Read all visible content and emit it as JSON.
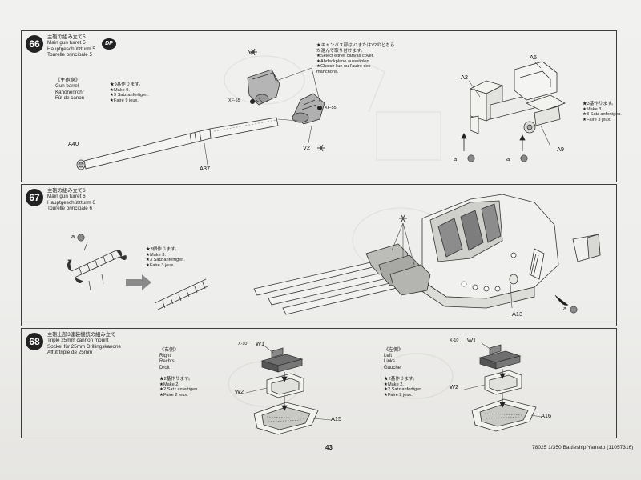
{
  "step66": {
    "number": "66",
    "title_jp": "主砲の組み立て5",
    "title_en": "Main gun turret 5",
    "title_de": "Hauptgeschützturm 5",
    "title_fr": "Tourelle principale 5",
    "dp_badge": "DP",
    "barrel_title_jp": "《主砲身》",
    "barrel_title_en": "Gun barrel",
    "barrel_title_de": "Kanonenrohr",
    "barrel_title_fr": "Fût de canon",
    "make_jp": "★9基作ります。",
    "make_en": "★Make 9.",
    "make_de": "★9 Satz anfertigen.",
    "make_fr": "★Faire 9 jeux.",
    "canvas_jp1": "★キャンバス部はV1またはV2のどちら",
    "canvas_jp2": "か選んで取り付けます。",
    "canvas_en": "★Select either canvas cover.",
    "canvas_de": "★Abdeckplane auswählen.",
    "canvas_fr1": "★Choisir  l'un  ou  l'autre  des",
    "canvas_fr2": "manchons.",
    "make3_jp": "★3基作ります。",
    "make3_en": "★Make 3.",
    "make3_de": "★3 Satz anfertigen.",
    "make3_fr": "★Faire 3 jeux.",
    "lbl_v1": "V1",
    "lbl_v2": "V2",
    "lbl_xf55a": "XF-55",
    "lbl_xf55b": "XF-55",
    "lbl_a40": "A40",
    "lbl_a37": "A37",
    "lbl_a2": "A2",
    "lbl_a6": "A6",
    "lbl_a9": "A9",
    "lbl_a_left": "a",
    "lbl_a_right": "a"
  },
  "step67": {
    "number": "67",
    "title_jp": "主砲の組み立て6",
    "title_en": "Main gun turret 6",
    "title_de": "Hauptgeschützturm 6",
    "title_fr": "Tourelle principale 6",
    "make_jp": "★3個作ります。",
    "make_en": "★Make 3.",
    "make_de": "★3 Satz anfertigen.",
    "make_fr": "★Faire 3 jeux.",
    "lbl_a_left": "a",
    "lbl_a_right": "a",
    "lbl_a13": "A13"
  },
  "step68": {
    "number": "68",
    "title_jp": "主砲上部3連装機銃の組み立て",
    "title_en": "Triple 25mm cannon mount",
    "title_de": "Sockel für 25mm Drillingskanone",
    "title_fr": "Affût triple de 25mm",
    "right_jp": "《右側》",
    "right_en": "Right",
    "right_de": "Rechts",
    "right_fr": "Droit",
    "left_jp": "《左側》",
    "left_en": "Left",
    "left_de": "Links",
    "left_fr": "Gauche",
    "make_jp": "★2基作ります。",
    "make_en": "★Make 2.",
    "make_de": "★2 Satz anfertigen.",
    "make_fr": "★Faire 2 jeux.",
    "lbl_x10_a": "X-10",
    "lbl_w1_a": "W1",
    "lbl_w2_a": "W2",
    "lbl_a15": "A15",
    "lbl_x10_b": "X-10",
    "lbl_w1_b": "W1",
    "lbl_w2_b": "W2",
    "lbl_a16": "A16"
  },
  "footer": {
    "page_number": "43",
    "product_code": "78025 1/350 Battleship Yamato (11057316)"
  },
  "colors": {
    "paper": "#efefed",
    "ink": "#1d1d1d",
    "panel_border": "#3c3c3c",
    "badge_fill": "#222222",
    "arrow_grey": "#8a8a8a",
    "part_grey": "#9a9a9a"
  },
  "icons": [
    "gear-glue-icon",
    "part-letter-a-icon",
    "arrow-icon",
    "dp-badge-icon"
  ]
}
